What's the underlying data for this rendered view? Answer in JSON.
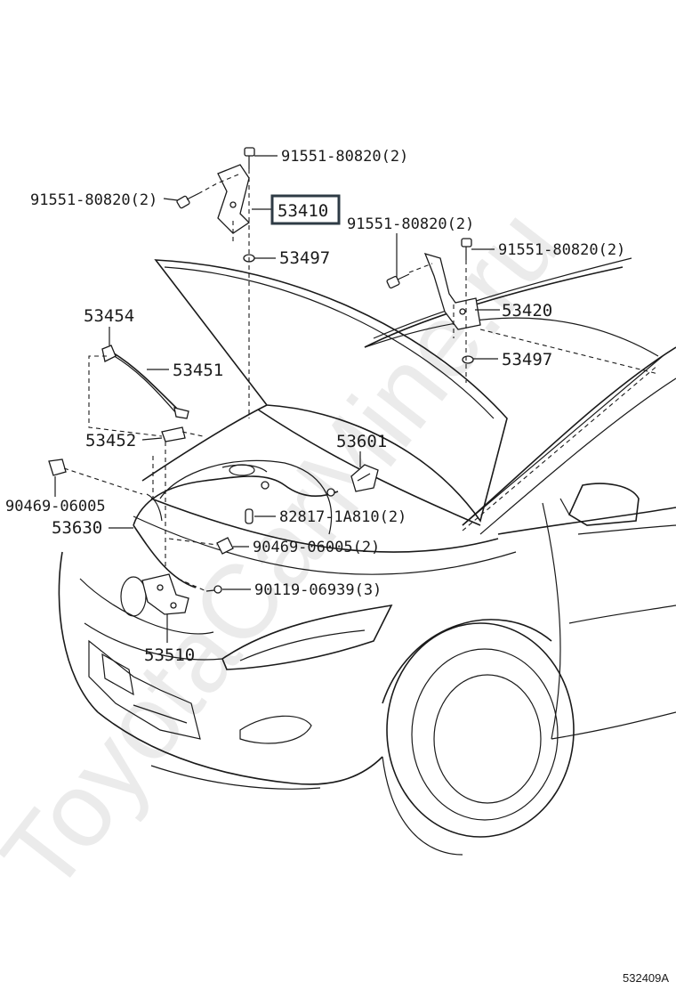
{
  "watermark": "ToyotaCarMine.ru",
  "diagram_code": "532409A",
  "highlighted_part": "53410",
  "callouts": {
    "c_91551_top": "91551-80820(2)",
    "c_91551_left": "91551-80820(2)",
    "c_53410": "53410",
    "c_91551_mid": "91551-80820(2)",
    "c_91551_right": "91551-80820(2)",
    "c_53497_left": "53497",
    "c_53420": "53420",
    "c_53497_right": "53497",
    "c_53454": "53454",
    "c_53451": "53451",
    "c_53452": "53452",
    "c_53601": "53601",
    "c_90469_left": "90469-06005",
    "c_82817": "82817-1A810(2)",
    "c_53630": "53630",
    "c_90469_mid": "90469-06005(2)",
    "c_90119": "90119-06939(3)",
    "c_53510": "53510"
  },
  "colors": {
    "line": "#1a1a1a",
    "highlight_box": "#2e3b45",
    "watermark": "#dcdcdc"
  }
}
